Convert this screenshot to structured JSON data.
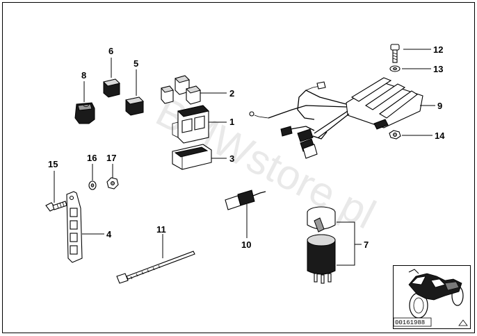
{
  "watermark": "BMWstore.pl",
  "reference_number": "00161988",
  "callouts": {
    "c1": "1",
    "c2": "2",
    "c3": "3",
    "c4": "4",
    "c5": "5",
    "c6": "6",
    "c7": "7",
    "c8": "8",
    "c9": "9",
    "c10": "10",
    "c11": "11",
    "c12": "12",
    "c13": "13",
    "c14": "14",
    "c15": "15",
    "c16": "16",
    "c17": "17"
  }
}
